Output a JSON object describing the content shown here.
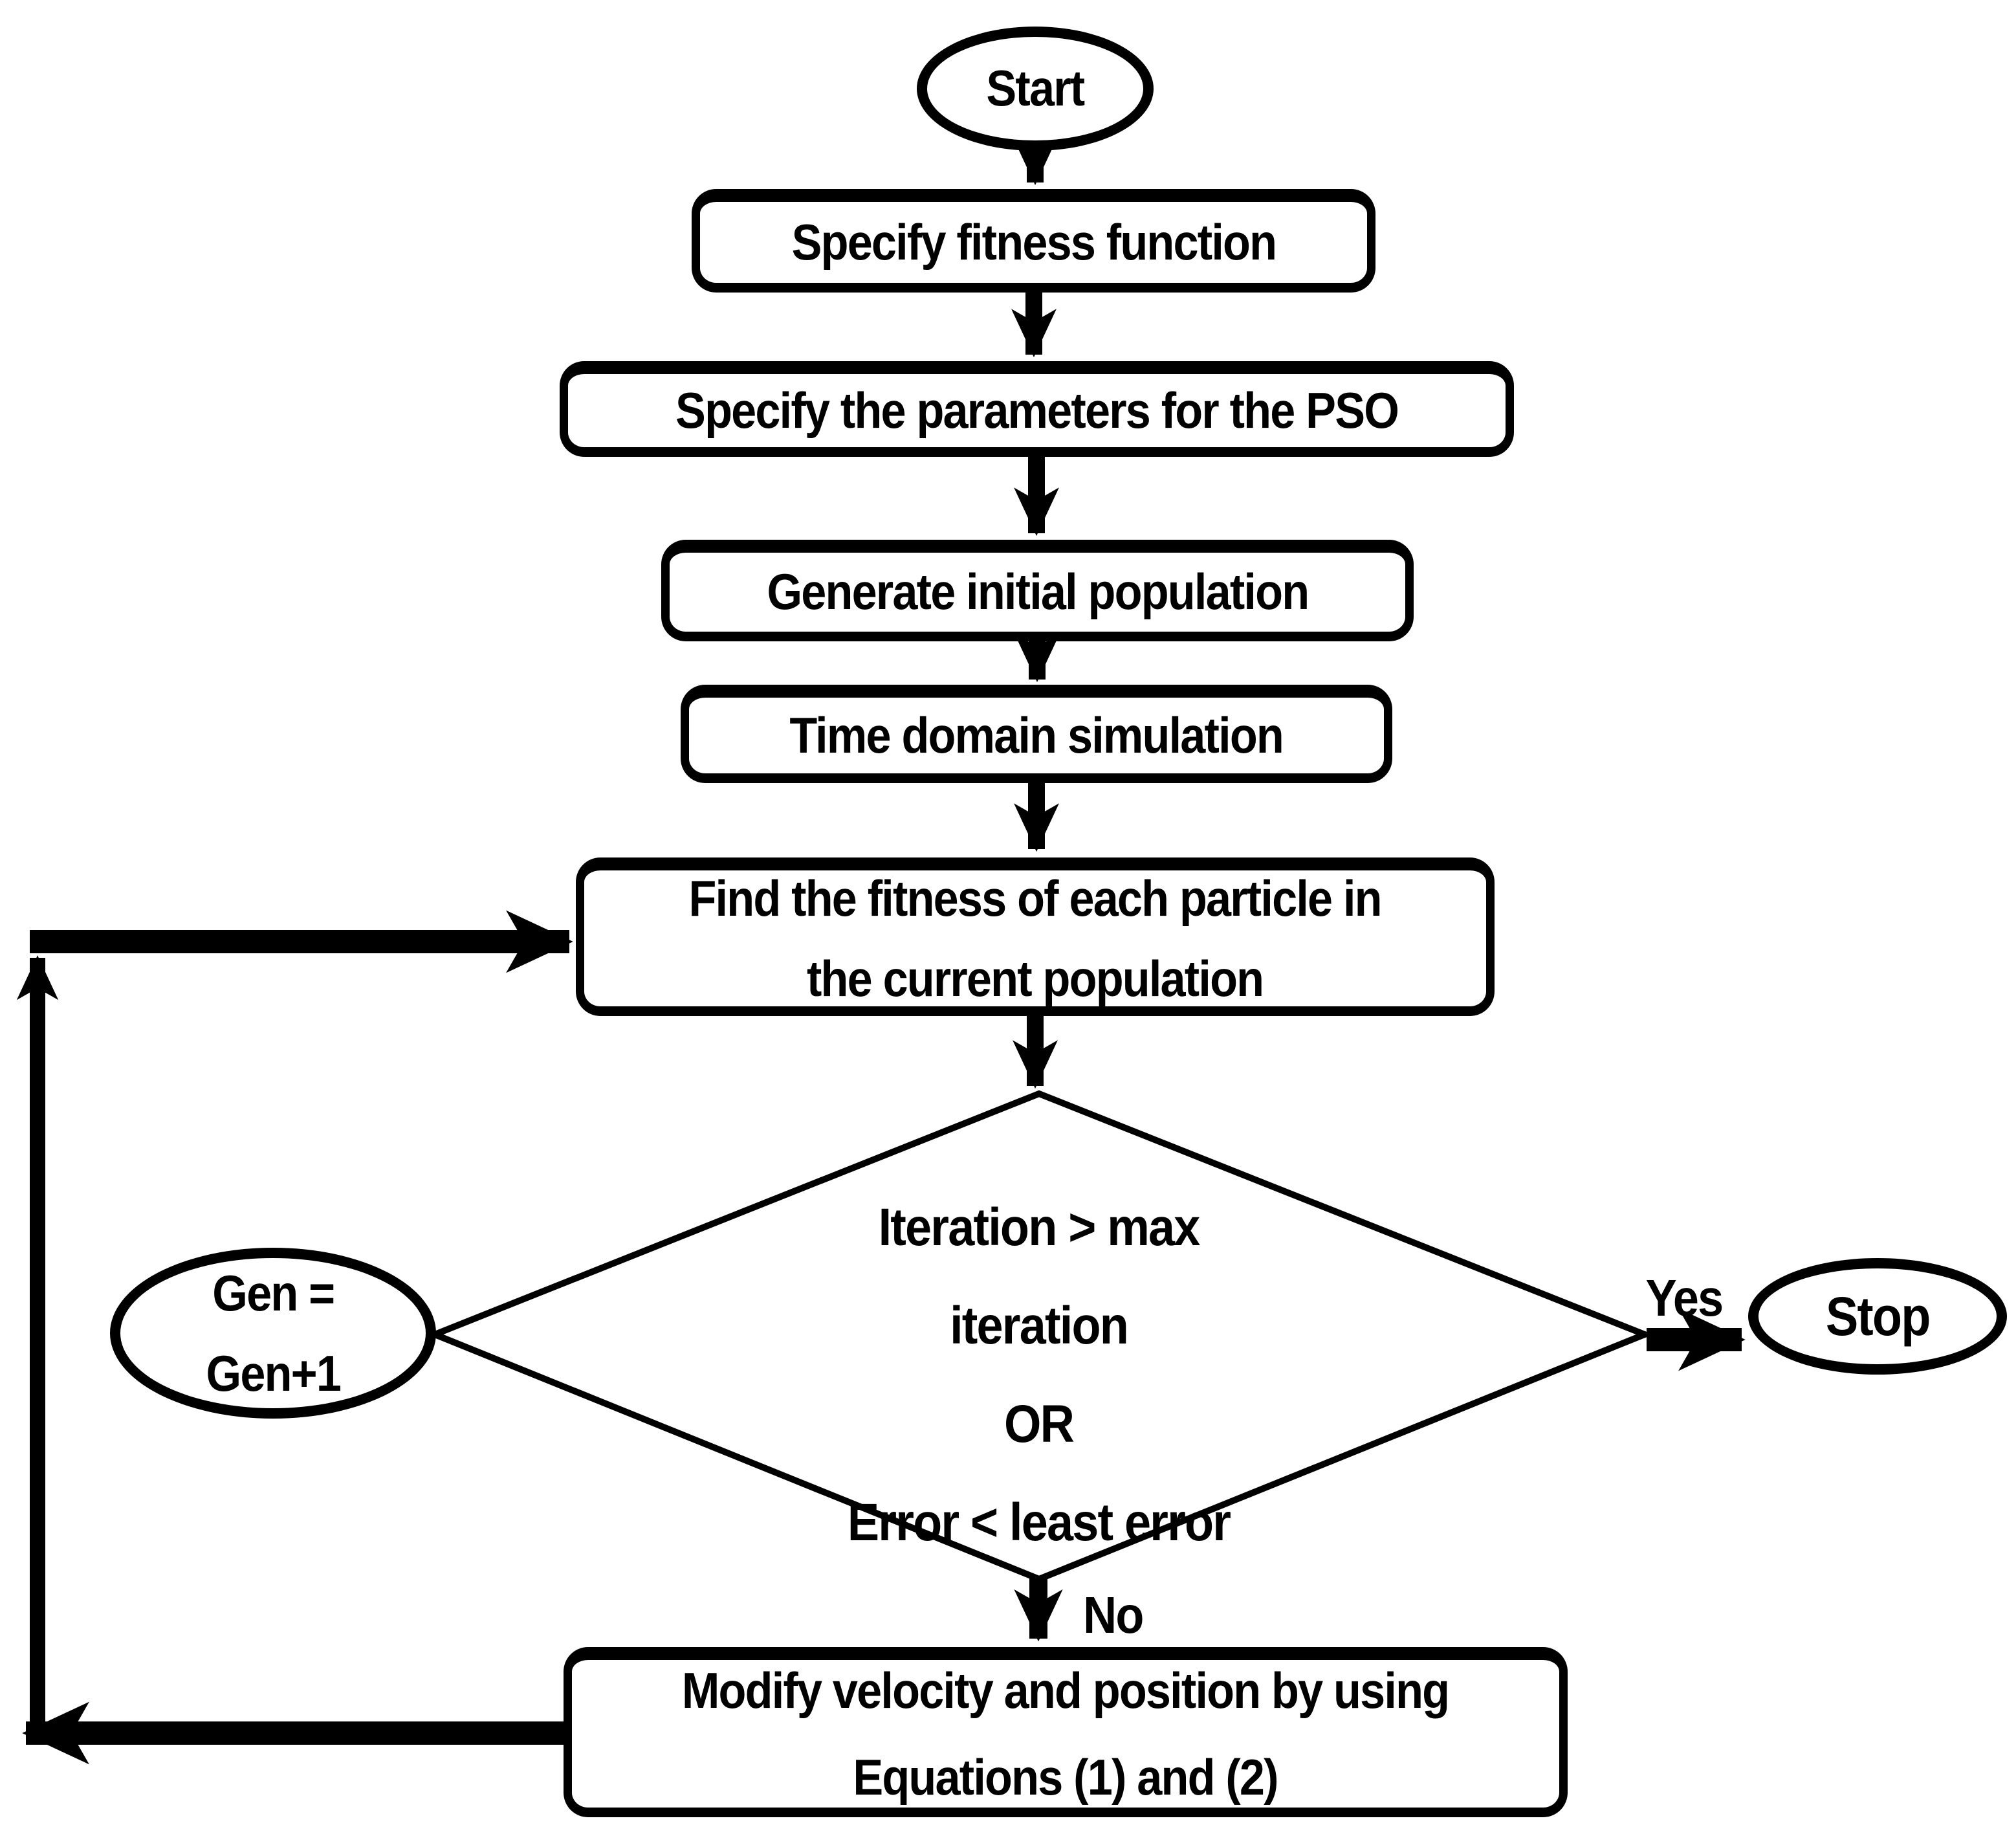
{
  "flowchart": {
    "nodes": {
      "start": {
        "label": "Start"
      },
      "specify_fitness": {
        "label": "Specify fitness function"
      },
      "specify_parameters": {
        "label": "Specify the parameters for the PSO"
      },
      "generate_population": {
        "label": "Generate initial population"
      },
      "time_domain": {
        "label": "Time domain simulation"
      },
      "find_fitness": {
        "line1": "Find the fitness of each particle in",
        "line2": "the current population"
      },
      "decision": {
        "line1": "Iteration > max",
        "line2": "iteration",
        "line3": "OR",
        "line4": "Error < least error"
      },
      "gen_counter": {
        "line1": "Gen =",
        "line2": "Gen+1"
      },
      "stop": {
        "label": "Stop"
      },
      "modify_velocity": {
        "line1": "Modify velocity and position by using",
        "line2": "Equations (1) and (2)"
      }
    },
    "edge_labels": {
      "yes": "Yes",
      "no": "No"
    },
    "colors": {
      "line": "#000000",
      "fill": "#ffffff"
    }
  }
}
